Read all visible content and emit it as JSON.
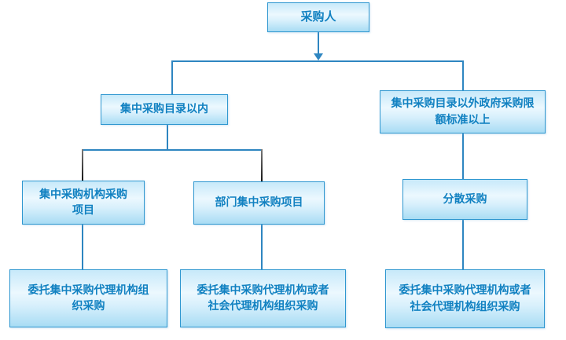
{
  "diagram": {
    "type": "flowchart",
    "language": "zh-CN",
    "nodes": {
      "purchaser": {
        "label": "采购人"
      },
      "within_catalog": {
        "label": "集中采购目录以内"
      },
      "outside_catalog": {
        "label": "集中采购目录以外政府采购限额标准以上"
      },
      "central_agency_project": {
        "label": "集中采购机构采购项目"
      },
      "department_project": {
        "label": "部门集中采购项目"
      },
      "decentralized": {
        "label": "分散采购"
      },
      "entrust_central_agency": {
        "label": "委托集中采购代理机构组织采购"
      },
      "entrust_central_or_social_mid": {
        "label": "委托集中采购代理机构或者社会代理机构组织采购"
      },
      "entrust_central_or_social_right": {
        "label": "委托集中采购代理机构或者社会代理机构组织采购"
      }
    },
    "edges": [
      {
        "from": "purchaser",
        "to": "within_catalog",
        "style": "arrow"
      },
      {
        "from": "purchaser",
        "to": "outside_catalog",
        "style": "arrow"
      },
      {
        "from": "within_catalog",
        "to": "central_agency_project",
        "style": "line"
      },
      {
        "from": "within_catalog",
        "to": "department_project",
        "style": "line"
      },
      {
        "from": "outside_catalog",
        "to": "decentralized",
        "style": "line"
      },
      {
        "from": "central_agency_project",
        "to": "entrust_central_agency",
        "style": "line"
      },
      {
        "from": "department_project",
        "to": "entrust_central_or_social_mid",
        "style": "line"
      },
      {
        "from": "decentralized",
        "to": "entrust_central_or_social_right",
        "style": "line"
      }
    ],
    "colors": {
      "background": "#ffffff",
      "box_border": "#2f97d0",
      "box_fill_top": "#c7e9fa",
      "box_fill_light": "#ecf8fe",
      "box_fill_mid": "#d8f0fc",
      "box_fill_bottom": "#a8dcf4",
      "text": "#1181c1",
      "connector_blue": "#2e86c1",
      "connector_dark": "#3f3f3f"
    }
  }
}
